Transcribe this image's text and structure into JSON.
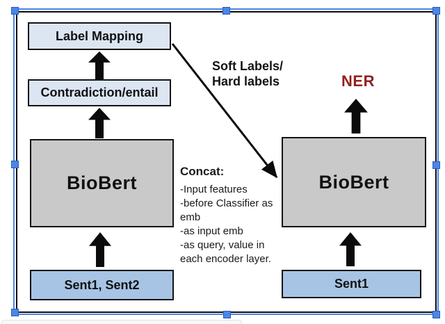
{
  "figure": {
    "left_flow": {
      "label_mapping": "Label Mapping",
      "classifier": "Contradiction/entail",
      "encoder": "BioBert",
      "input": "Sent1, Sent2"
    },
    "right_flow": {
      "task": "NER",
      "encoder": "BioBert",
      "input": "Sent1"
    },
    "annotations": {
      "transfer_line1": "Soft Labels/",
      "transfer_line2": "Hard labels",
      "concat_title": "Concat:",
      "concat_lines": [
        "-Input features",
        "-before Classifier as",
        "emb",
        "-as input emb",
        "-as query, value in",
        "each encoder layer."
      ]
    },
    "colors": {
      "light_blue_box": "#dce6f2",
      "medium_blue_box": "#a7c4e5",
      "gray_box": "#c9c9c9",
      "ner_red": "#941f1f",
      "selection_blue": "#4a86e8",
      "arrow_black": "#0b0b0b"
    }
  }
}
